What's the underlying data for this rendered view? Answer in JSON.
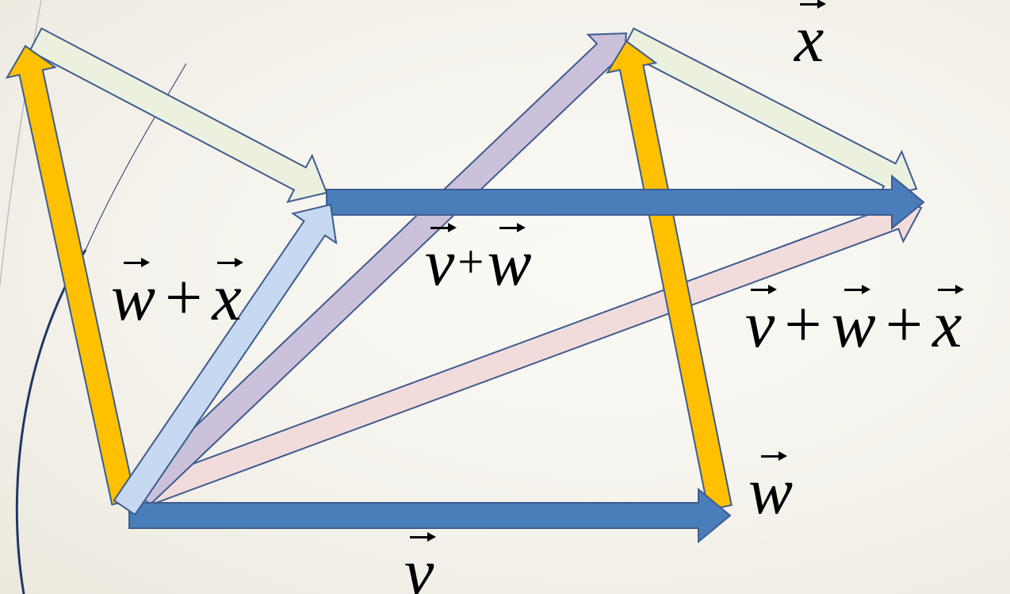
{
  "labels": {
    "x": {
      "v1": "x"
    },
    "wx": {
      "v1": "w",
      "op1": "+",
      "v2": "x"
    },
    "vw": {
      "v1": "v",
      "op1": "+",
      "v2": "w"
    },
    "vwx": {
      "v1": "v",
      "op1": "+",
      "v2": "w",
      "op2": "+",
      "v3": "x"
    },
    "w": {
      "v1": "w"
    },
    "v": {
      "v1": "v"
    }
  },
  "colors": {
    "outline": "#3d5c8f",
    "v": "#4a7ebb",
    "w": "#ffc000",
    "x": "#ebf1de",
    "v_plus_w": "#ccc1da",
    "w_plus_x": "#c6d9f1",
    "v_plus_w_plus_x": "#f2dcdb",
    "decor_curve": "#1f3864"
  }
}
